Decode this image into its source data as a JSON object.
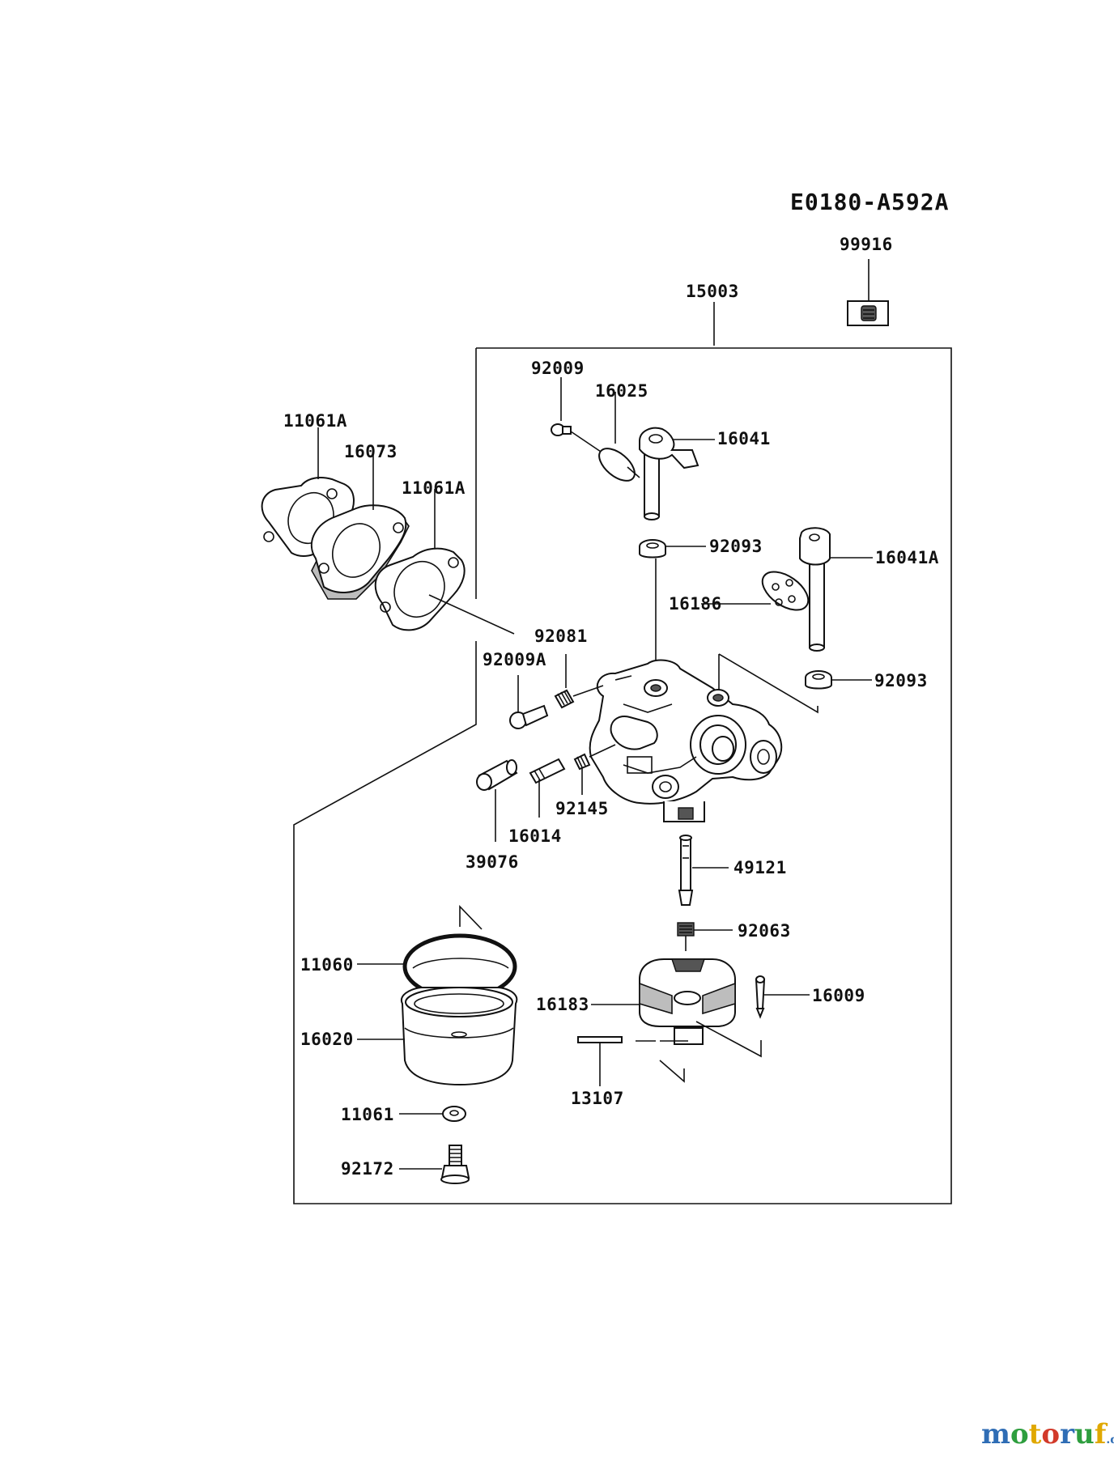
{
  "diagram_code": "E0180-A592A",
  "labels": {
    "p99916": "99916",
    "p15003": "15003",
    "p92009": "92009",
    "p16025": "16025",
    "p16041": "16041",
    "p11061A_1": "11061A",
    "p16073": "16073",
    "p11061A_2": "11061A",
    "p92093_1": "92093",
    "p16041A": "16041A",
    "p16186": "16186",
    "p92081": "92081",
    "p92009A": "92009A",
    "p92093_2": "92093",
    "p92145": "92145",
    "p16014": "16014",
    "p39076": "39076",
    "p49121": "49121",
    "p92063": "92063",
    "p11060": "11060",
    "p16183": "16183",
    "p16009": "16009",
    "p16020": "16020",
    "p13107": "13107",
    "p11061": "11061",
    "p92172": "92172"
  },
  "watermark": {
    "letters": [
      "m",
      "o",
      "t",
      "o",
      "r",
      "u",
      "f"
    ],
    "letter_colors": [
      "#2f6db5",
      "#2e9e3e",
      "#e0a800",
      "#d23a2a",
      "#2f6db5",
      "#2e9e3e",
      "#e0a800"
    ],
    "suffix": ".de"
  }
}
